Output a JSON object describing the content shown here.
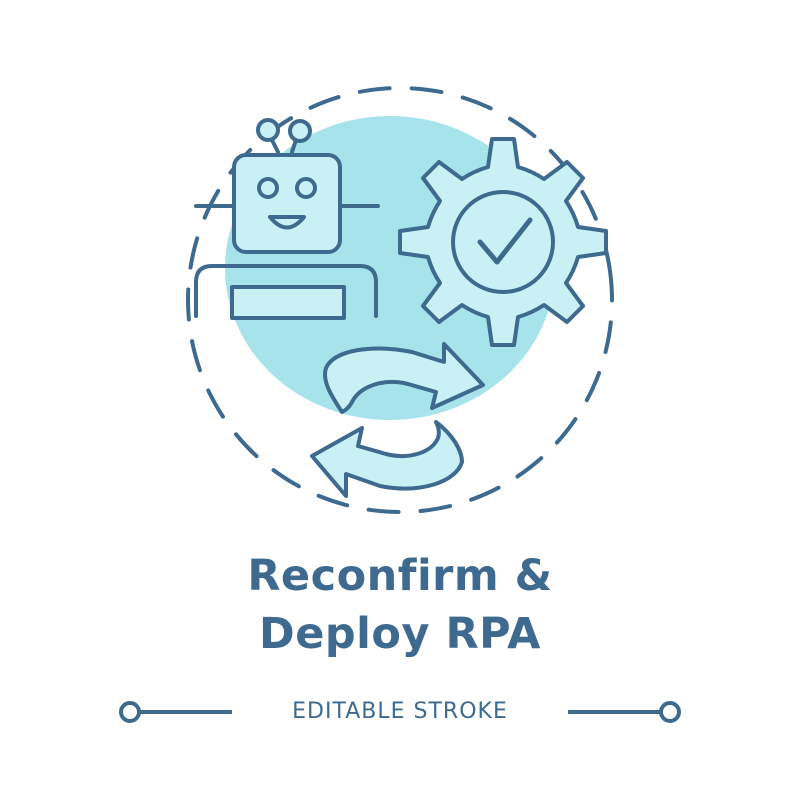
{
  "title": {
    "line1": "Reconfirm &",
    "line2": "Deploy RPA"
  },
  "footer": {
    "label": "EDITABLE STROKE"
  },
  "icons": [
    "robot-icon",
    "gear-check-icon",
    "refresh-arrows-icon"
  ],
  "colors": {
    "stroke": "#3d6a8e",
    "fill_light": "#c9f0f4",
    "blob": "#a6e3ea",
    "text": "#3d6a8e",
    "background": "#ffffff"
  }
}
